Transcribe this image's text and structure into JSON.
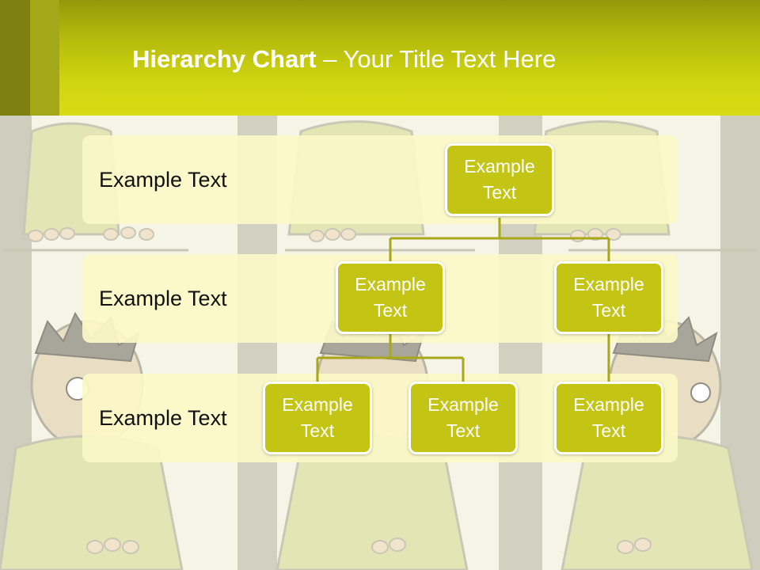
{
  "slide": {
    "title_bold": "Hierarchy Chart",
    "title_rest": " – Your Title Text Here"
  },
  "bands": [
    {
      "label": "Example Text"
    },
    {
      "label": "Example Text"
    },
    {
      "label": "Example Text"
    }
  ],
  "nodes": {
    "root": "Example Text",
    "level2_left": "Example Text",
    "level2_right": "Example Text",
    "level3_left": "Example Text",
    "level3_middle": "Example Text",
    "level3_right": "Example Text"
  },
  "colors": {
    "accent": "#c3c414",
    "header_top": "#939809",
    "header_bottom": "#d8dc14",
    "band_fill": "#fbf8c6",
    "connector": "#a8a81a"
  }
}
